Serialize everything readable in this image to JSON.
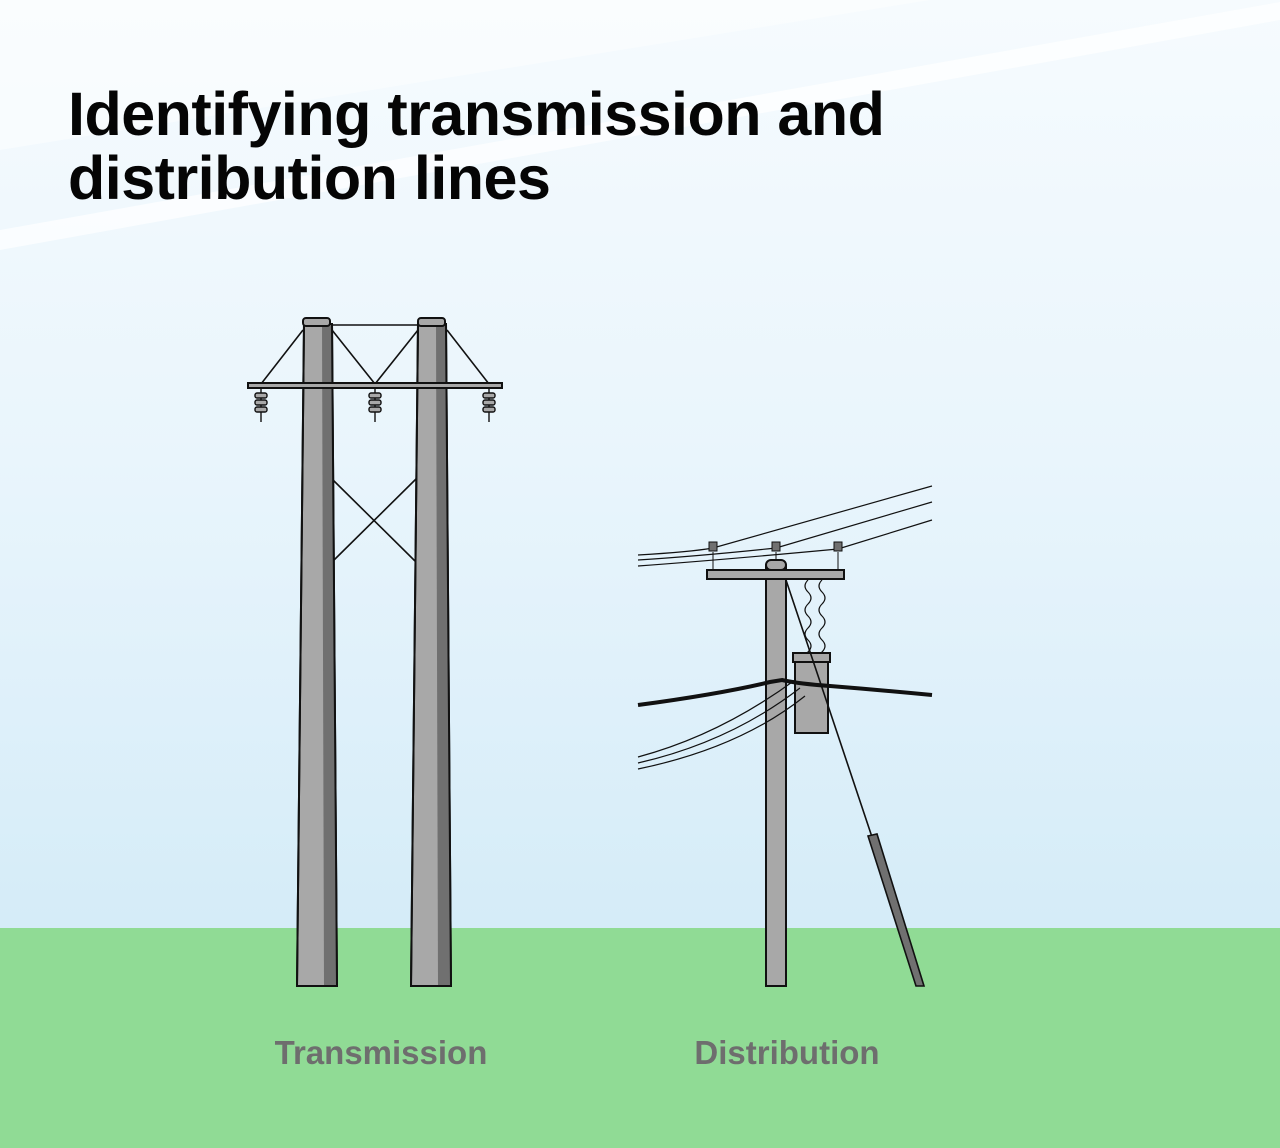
{
  "title": "Identifying transmission and distribution lines",
  "labels": {
    "transmission": "Transmission",
    "distribution": "Distribution"
  },
  "colors": {
    "sky_top": "#f6fbfe",
    "sky_bottom": "#d3ebf8",
    "ground": "#90db95",
    "pole_fill": "#a8a8a8",
    "pole_shadow": "#707070",
    "outline": "#111111",
    "label_text": "#6e6e6e"
  }
}
